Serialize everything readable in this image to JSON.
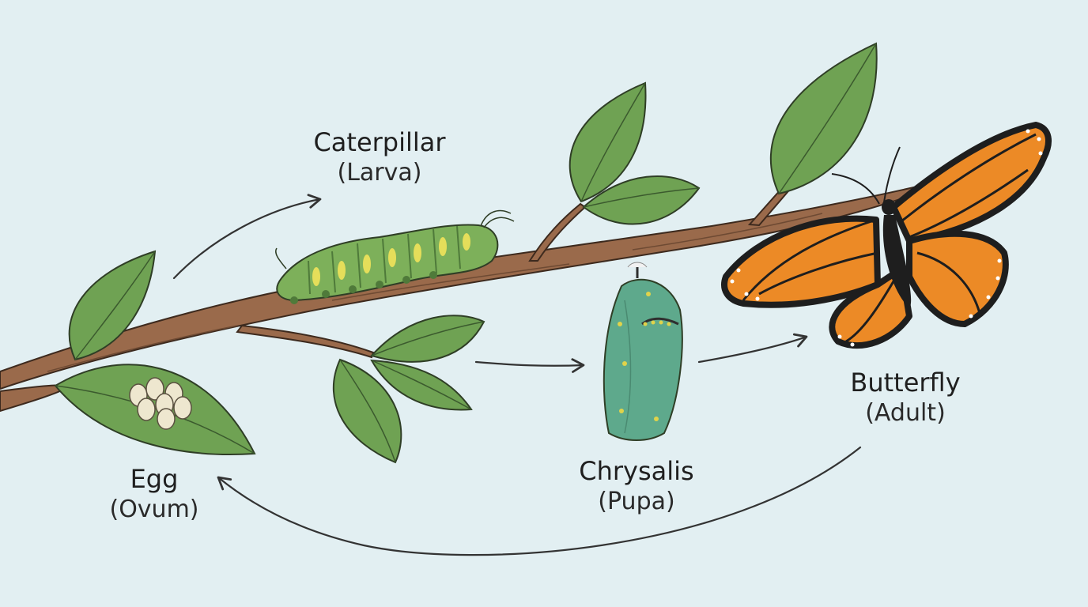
{
  "stages": [
    {
      "id": "egg",
      "name": "Egg",
      "sub": "(Ovum)"
    },
    {
      "id": "caterpillar",
      "name": "Caterpillar",
      "sub": "(Larva)"
    },
    {
      "id": "chrysalis",
      "name": "Chrysalis",
      "sub": "(Pupa)"
    },
    {
      "id": "butterfly",
      "name": "Butterfly",
      "sub": "(Adult)"
    }
  ],
  "colors": {
    "background": "#e2eff2",
    "branch": "#9a6a4b",
    "leaf": "#6fa253",
    "caterpillar": "#7db05a",
    "chrysalis": "#5ea98c",
    "wing": "#ec8a26",
    "arrow": "#333333"
  }
}
